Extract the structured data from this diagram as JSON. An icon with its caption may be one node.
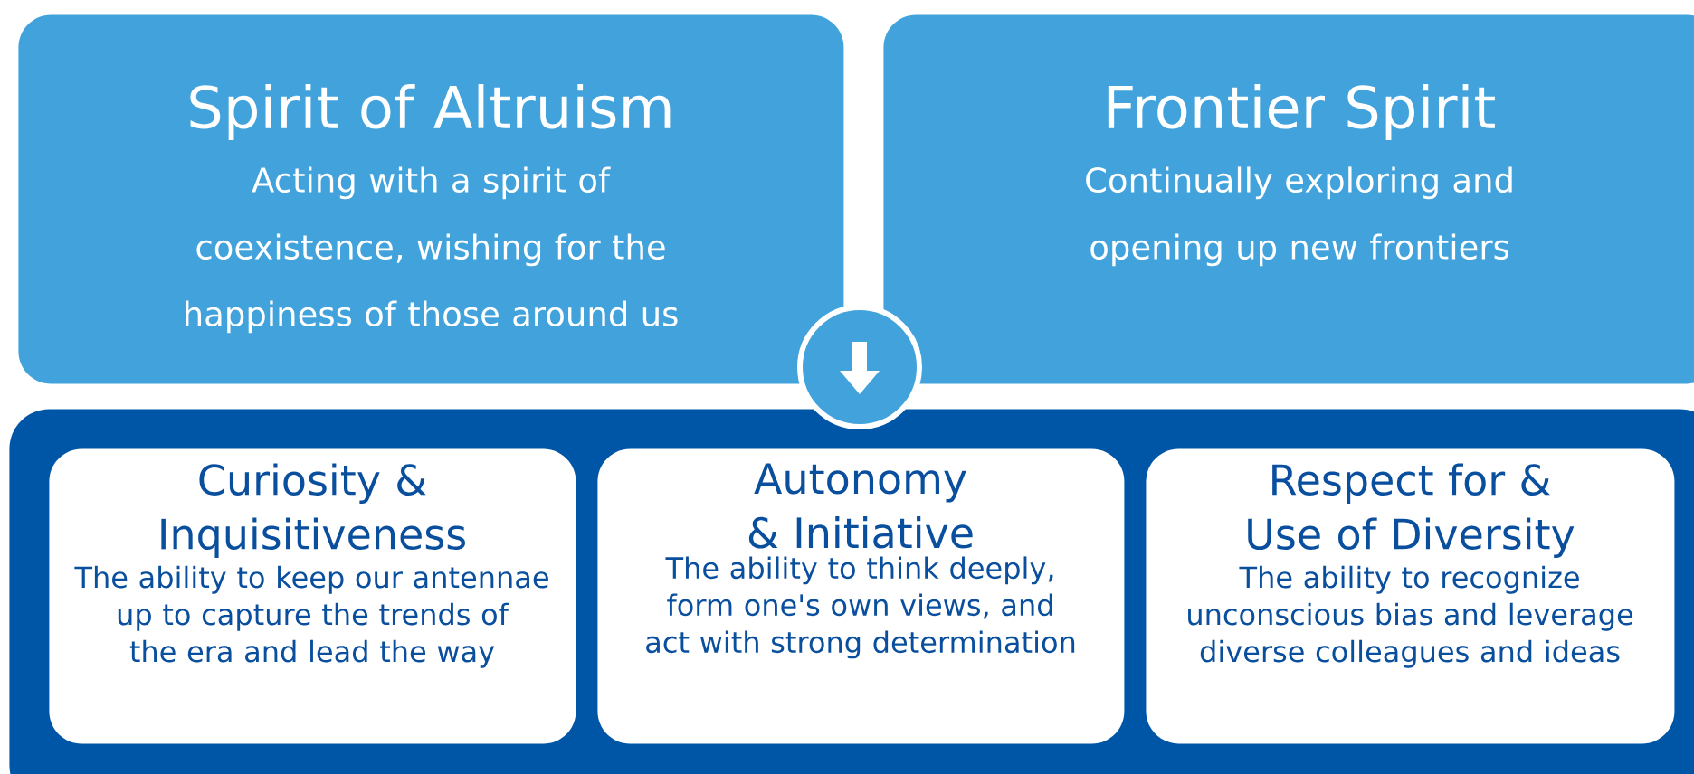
{
  "diagram": {
    "nodes": [
      {
        "text": [
          "Spirit of Altruism",
          "Acting with a spirit of coexistence, wishing for the happiness of those around us"
        ]
      },
      {
        "text": [
          "Frontier Spirit",
          "Continually exploring and opening up new frontiers"
        ]
      },
      {
        "text": [],
        "shape": "circle"
      },
      {
        "text": [],
        "shape": "box"
      },
      {
        "text": [
          "Curiosity & Inquisitiveness",
          "The ability to keep our antennae up to capture the trends of the era and lead the way"
        ],
        "in": 3
      },
      {
        "text": [
          "Autonomy & Initiative",
          "The ability to think deeply, form one's own views, and act with strong determination"
        ],
        "in": 3
      },
      {
        "text": [
          "Respect for & Use of Diversity",
          "The ability to recognize unconscious bias and leverage diverse colleagues and ideas"
        ],
        "in": 3
      }
    ]
  }
}
